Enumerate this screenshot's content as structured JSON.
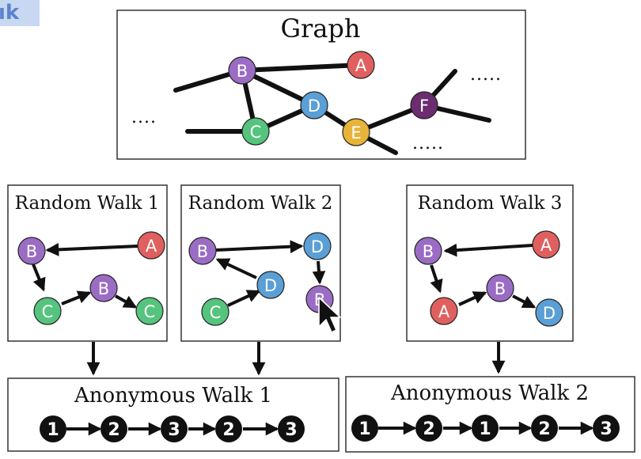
{
  "corner_tag": "ık",
  "graph_panel": {
    "title": "Graph",
    "nodes": [
      {
        "id": "B",
        "color": "#9a6cc4"
      },
      {
        "id": "A",
        "color": "#e0605f"
      },
      {
        "id": "D",
        "color": "#5a9fd6"
      },
      {
        "id": "C",
        "color": "#55c47e"
      },
      {
        "id": "E",
        "color": "#e8b339"
      },
      {
        "id": "F",
        "color": "#6b2c70"
      }
    ],
    "dots": [
      "....",
      ".....",
      "....."
    ]
  },
  "random_walks": [
    {
      "title": "Random Walk 1",
      "sequence": [
        "A",
        "B",
        "C",
        "B",
        "C"
      ]
    },
    {
      "title": "Random Walk 2",
      "sequence": [
        "B",
        "D",
        "B",
        "D",
        "C"
      ]
    },
    {
      "title": "Random Walk 3",
      "sequence": [
        "A",
        "B",
        "A",
        "B",
        "D"
      ]
    }
  ],
  "anonymous_walks": [
    {
      "title": "Anonymous Walk 1",
      "sequence": [
        "1",
        "2",
        "3",
        "2",
        "3"
      ]
    },
    {
      "title": "Anonymous Walk 2",
      "sequence": [
        "1",
        "2",
        "1",
        "2",
        "3"
      ]
    }
  ],
  "colors": {
    "A": "#e0605f",
    "B": "#9a6cc4",
    "C": "#55c47e",
    "D": "#5a9fd6",
    "E": "#e8b339",
    "F": "#6b2c70",
    "anon_node": "#111111",
    "edge": "#111111"
  },
  "icons": {
    "cursor": "mouse-pointer-icon"
  }
}
